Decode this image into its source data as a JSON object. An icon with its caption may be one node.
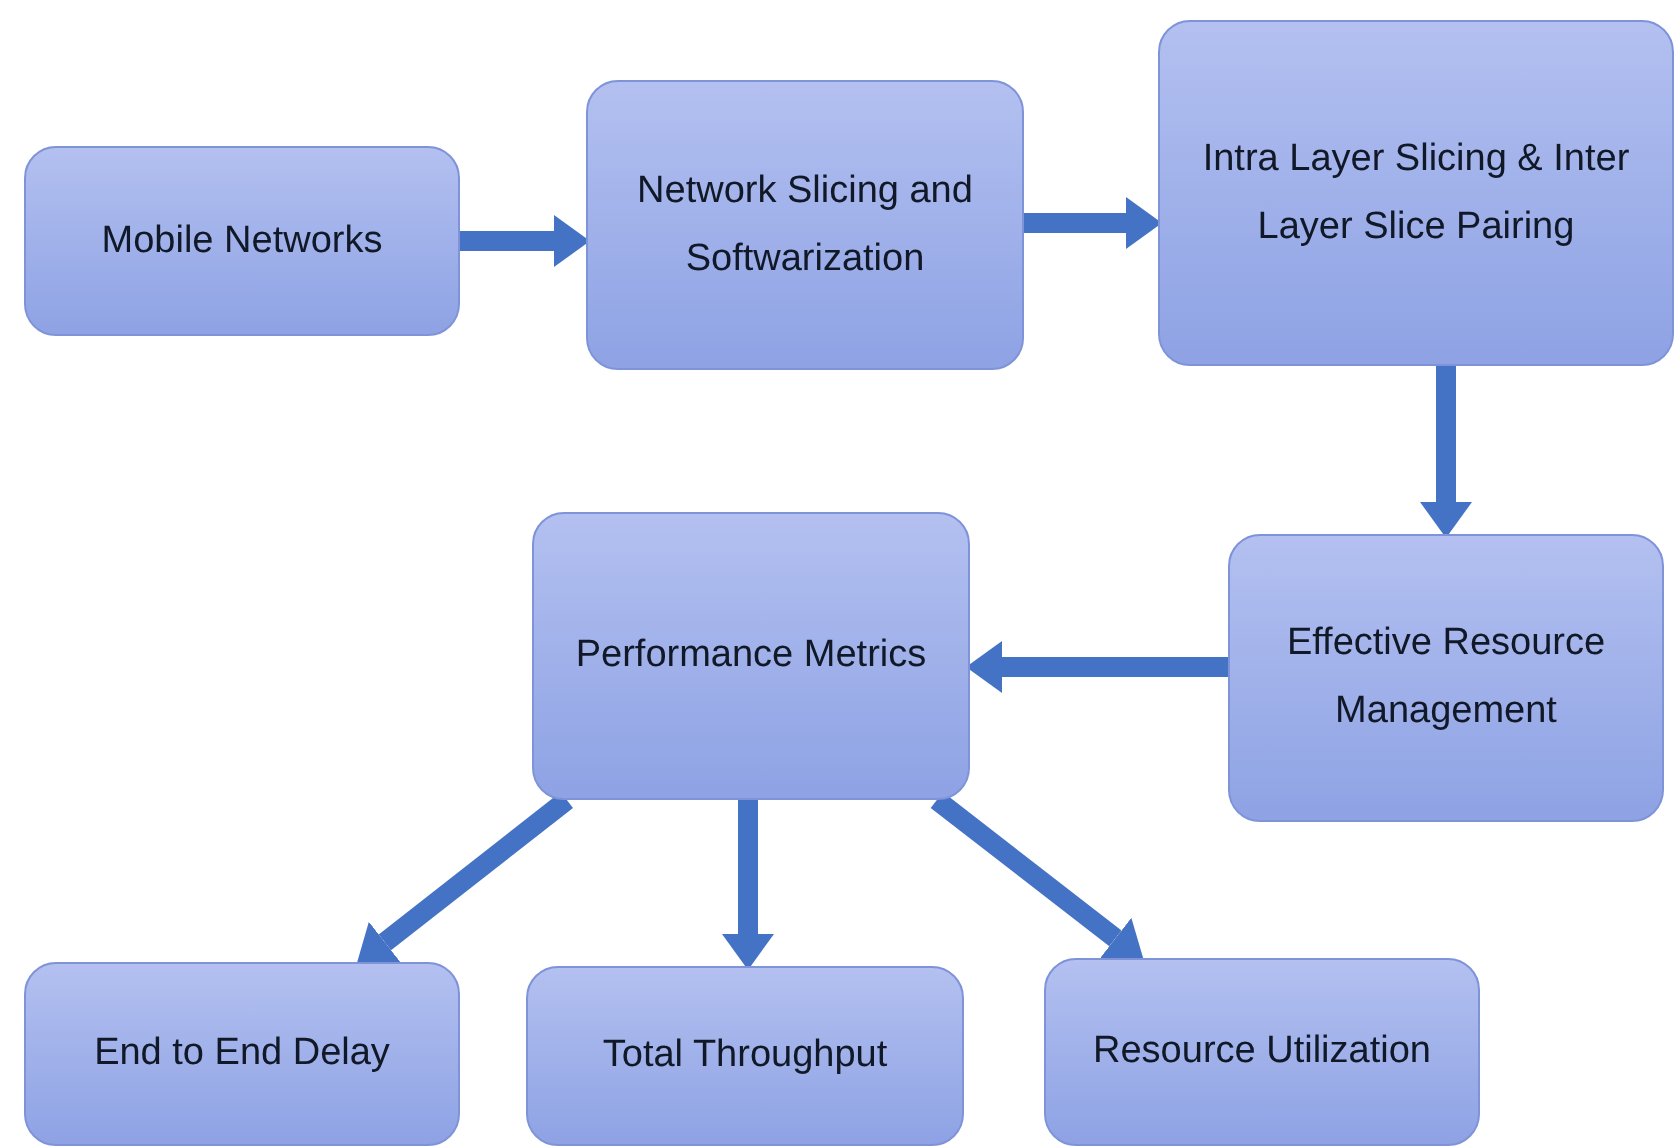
{
  "diagram": {
    "nodes": [
      {
        "text": [
          "Mobile Networks"
        ]
      },
      {
        "text": [
          "Network Slicing and Softwarization"
        ]
      },
      {
        "text": [
          "Intra Layer Slicing & Inter Layer Slice Pairing"
        ]
      },
      {
        "text": [
          "Effective Resource Management"
        ]
      },
      {
        "text": [
          "Performance Metrics"
        ]
      },
      {
        "text": [
          "End to End Delay"
        ]
      },
      {
        "text": [
          "Total Throughput"
        ]
      },
      {
        "text": [
          "Resource Utilization"
        ]
      }
    ],
    "edges": [
      {
        "from": 0,
        "to": 1,
        "arrow": "to"
      },
      {
        "from": 1,
        "to": 2,
        "arrow": "to"
      },
      {
        "from": 2,
        "to": 3,
        "arrow": "to"
      },
      {
        "from": 3,
        "to": 4,
        "arrow": "to"
      },
      {
        "from": 4,
        "to": 5,
        "arrow": "to"
      },
      {
        "from": 4,
        "to": 6,
        "arrow": "to"
      },
      {
        "from": 4,
        "to": 7,
        "arrow": "to"
      }
    ]
  }
}
